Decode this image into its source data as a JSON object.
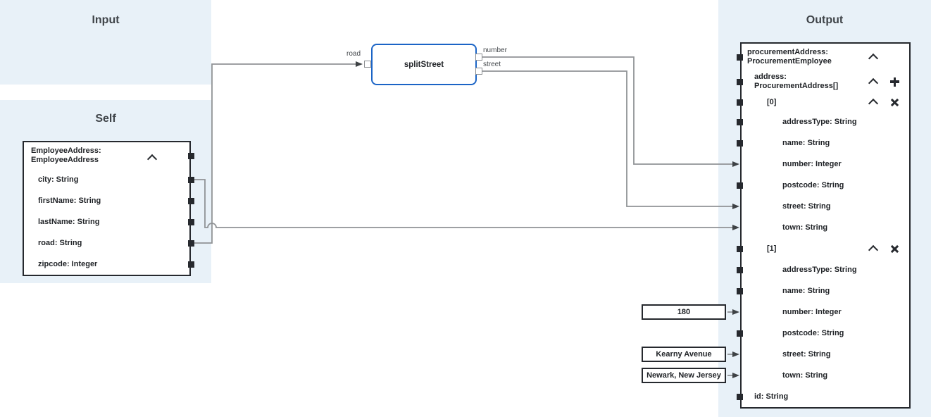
{
  "colors": {
    "panel_bg": "#e8f1f8",
    "box_border": "#26292e",
    "function_accent_blue": "#1b64c6",
    "wire_gray": "#909396",
    "arrowhead": "#3e4245",
    "title_text": "#3f4449"
  },
  "panels": {
    "input": {
      "title": "Input"
    },
    "self": {
      "title": "Self"
    },
    "output": {
      "title": "Output"
    }
  },
  "self_box": {
    "title": "EmployeeAddress: EmployeeAddress",
    "fields": [
      "city: String",
      "firstName: String",
      "lastName: String",
      "road: String",
      "zipcode: Integer"
    ]
  },
  "function_box": {
    "label": "splitStreet",
    "ports": {
      "input": "road",
      "outputs": [
        "number",
        "street"
      ]
    }
  },
  "output_box": {
    "rows": [
      "procurementAddress: ProcurementEmployee",
      "address: ProcurementAddress[]",
      "[0]",
      "addressType: String",
      "name: String",
      "number: Integer",
      "postcode: String",
      "street: String",
      "town: String",
      "[1]",
      "addressType: String",
      "name: String",
      "number: Integer",
      "postcode: String",
      "street: String",
      "town: String",
      "id: String"
    ]
  },
  "constants": {
    "values": [
      "180",
      "Kearny Avenue",
      "Newark, New Jersey"
    ]
  }
}
